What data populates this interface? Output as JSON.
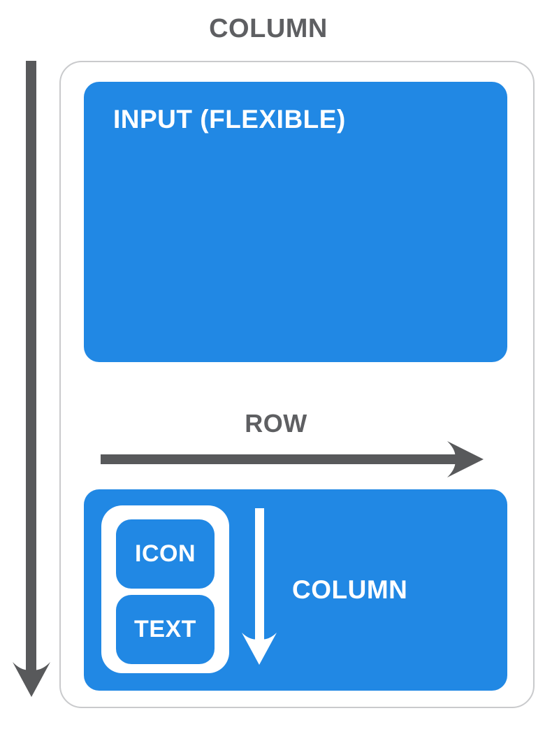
{
  "colors": {
    "canvas_bg": "#FFFFFF",
    "primary_blue": "#2188E4",
    "arrow_gray": "#58595B",
    "label_gray": "#5E5F62",
    "container_border": "#C9CACC",
    "white": "#FFFFFF"
  },
  "diagram": {
    "title": "COLUMN",
    "outer_axis": {
      "icon": "arrow-down",
      "label": "COLUMN"
    },
    "screen": {
      "input_box": {
        "label": "INPUT (FLEXIBLE)"
      },
      "row_axis": {
        "label": "ROW",
        "icon": "arrow-right"
      },
      "row_content_box": {
        "icon_chip_label": "ICON",
        "text_chip_label": "TEXT",
        "inner_axis": {
          "icon": "arrow-down",
          "label": "COLUMN"
        }
      }
    }
  }
}
